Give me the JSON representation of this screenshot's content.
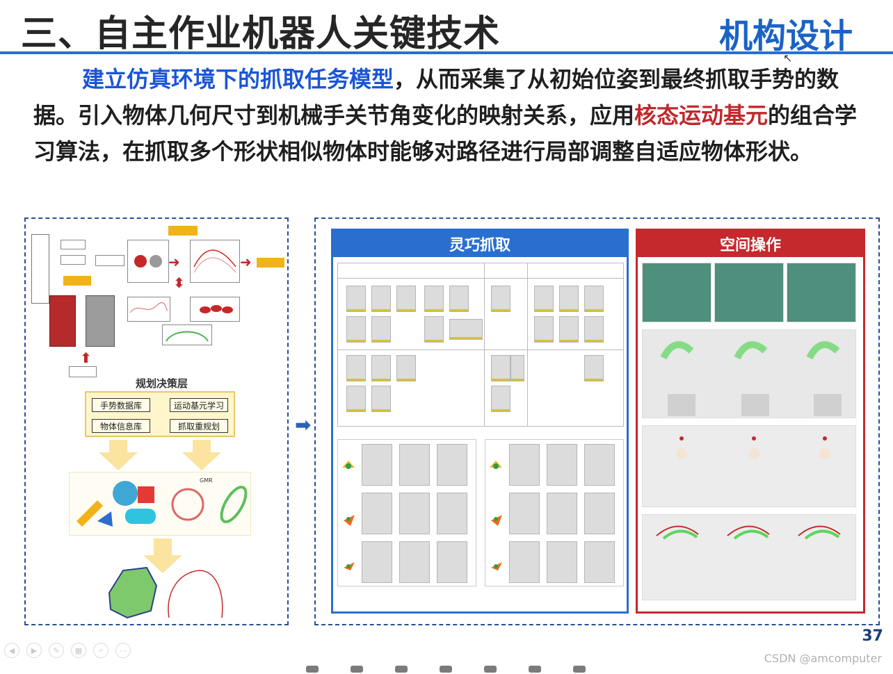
{
  "slide": {
    "title": "三、自主作业机器人关键技术",
    "section_tag": "机构设计",
    "intro": {
      "part1_blue": "建立仿真环境下的抓取任务模型",
      "part2": "，从而采集了从初始位姿到最终抓取手势的数据。引入物体几何尺寸到机械手关节角变化的映射关系，应用",
      "part3_red": "核态运动基元",
      "part4": "的组合学习算法，在抓取多个形状相似物体时能够对路径进行局部调整自适应物体形状。"
    },
    "left_panel": {
      "decision_layer_title": "规划决策层",
      "decision_items": [
        "手势数据库",
        "运动基元学习",
        "物体信息库",
        "抓取重规划"
      ],
      "gmr_label": "GMR"
    },
    "right_panel": {
      "dexterous_title": "灵巧抓取",
      "space_title": "空间操作"
    },
    "page_number": "37",
    "watermark": "CSDN @amcomputer",
    "colors": {
      "accent_blue": "#2a6fcf",
      "accent_red": "#c5282d",
      "highlight_blue": "#1a55d8",
      "highlight_red": "#c0282d"
    },
    "icons": {
      "mid_arrow": "right-arrow-icon",
      "cursor": "mouse-pointer-icon"
    }
  }
}
